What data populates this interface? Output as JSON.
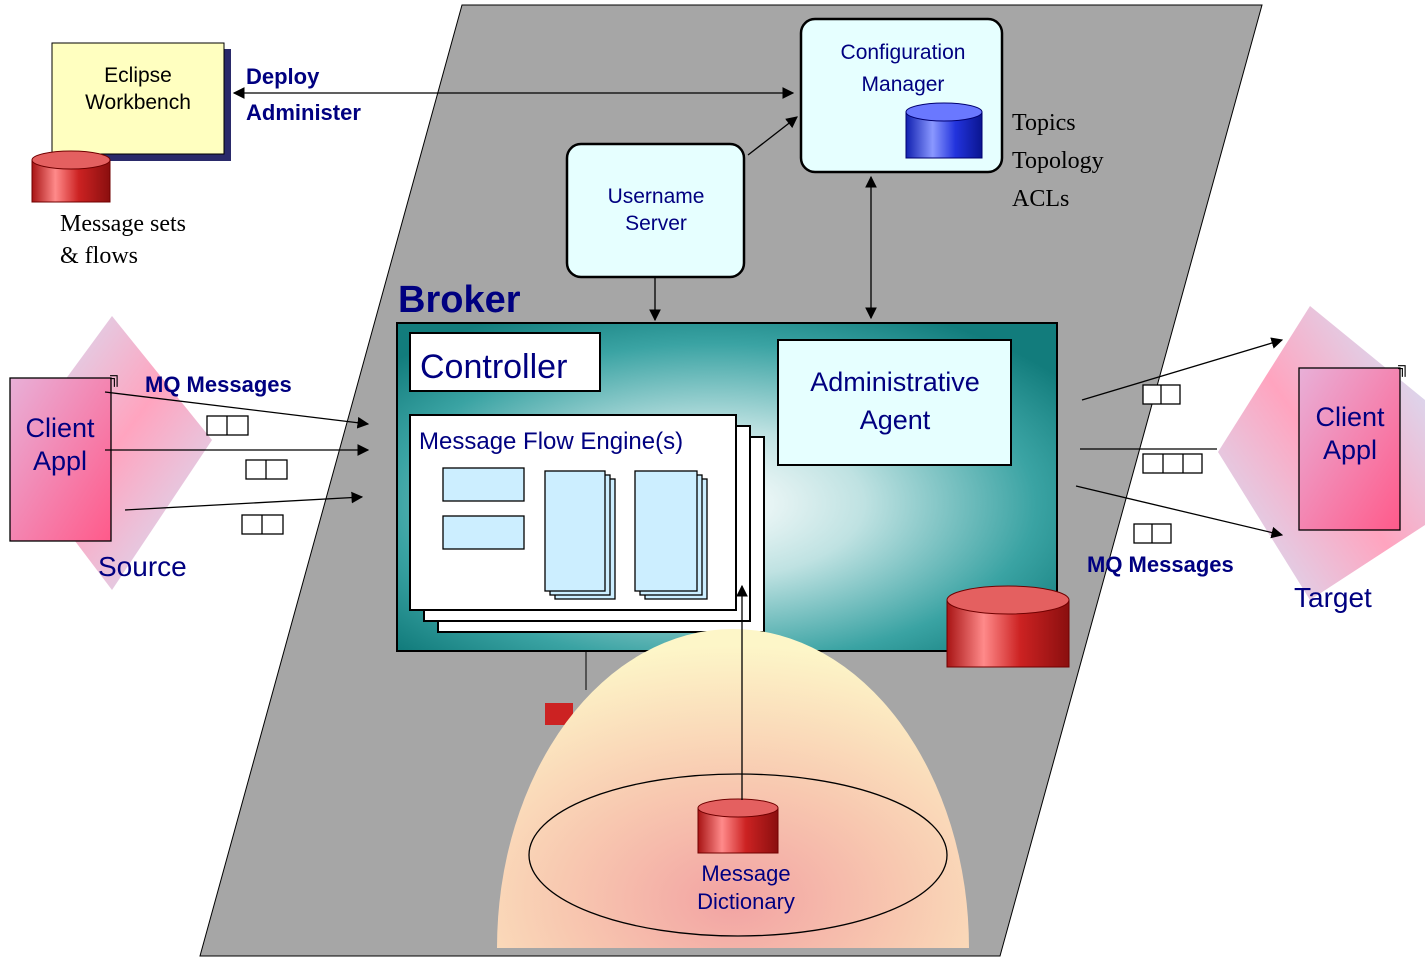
{
  "workbench": {
    "title_line1": "Eclipse",
    "title_line2": "Workbench",
    "store_line1": "Message sets",
    "store_line2": "& flows"
  },
  "deploy": {
    "line1": "Deploy",
    "line2": "Administer"
  },
  "config_manager": {
    "line1": "Configuration",
    "line2": "Manager",
    "store_items": [
      "Topics",
      "Topology",
      "ACLs"
    ]
  },
  "username_server": {
    "line1": "Username",
    "line2": "Server"
  },
  "broker": {
    "title": "Broker",
    "controller": "Controller",
    "admin_agent_line1": "Administrative",
    "admin_agent_line2": "Agent",
    "flow_engine": "Message Flow Engine(s)"
  },
  "source": {
    "client_line1": "Client",
    "client_line2": "Appl",
    "caption": "Source",
    "messages_label": "MQ Messages"
  },
  "target": {
    "client_line1": "Client",
    "client_line2": "Appl",
    "caption": "Target",
    "messages_label": "MQ Messages"
  },
  "dictionary": {
    "line1": "Message",
    "line2": "Dictionary"
  },
  "colors": {
    "parallelogram": "#a6a6a6",
    "navy_text": "#000080",
    "box_fill": "#e6ffff",
    "broker_teal": "#1a8a8a",
    "cylinder_red": "#cc2222",
    "cylinder_blue": "#2233dd",
    "workbench_yellow": "#ffffc0"
  }
}
